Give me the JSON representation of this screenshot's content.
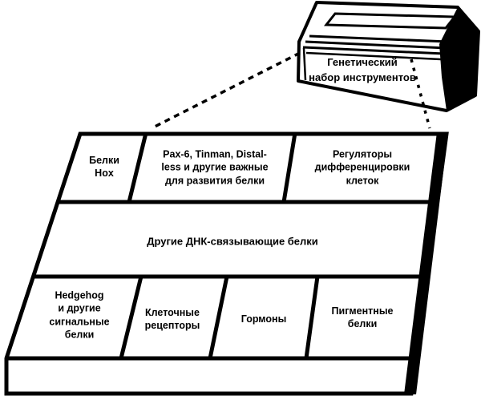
{
  "colors": {
    "ink": "#000000",
    "paper": "#ffffff"
  },
  "toolbox": {
    "label": "Генетический\nнабор инструментов"
  },
  "tray": {
    "top_row": {
      "hox": "Белки\nHox",
      "pax": "Pax-6, Tinman, Distal-\nless и другие важные\nдля развития белки",
      "regulators": "Регуляторы\nдифференцировки\nклеток"
    },
    "middle_row": {
      "dna_binding": "Другие ДНК-связывающие белки"
    },
    "bottom_row": {
      "hedgehog": "Hedgehog\nи другие\nсигнальные\nбелки",
      "receptors": "Клеточные\nрецепторы",
      "hormones": "Гормоны",
      "pigment": "Пигментные\nбелки"
    }
  }
}
